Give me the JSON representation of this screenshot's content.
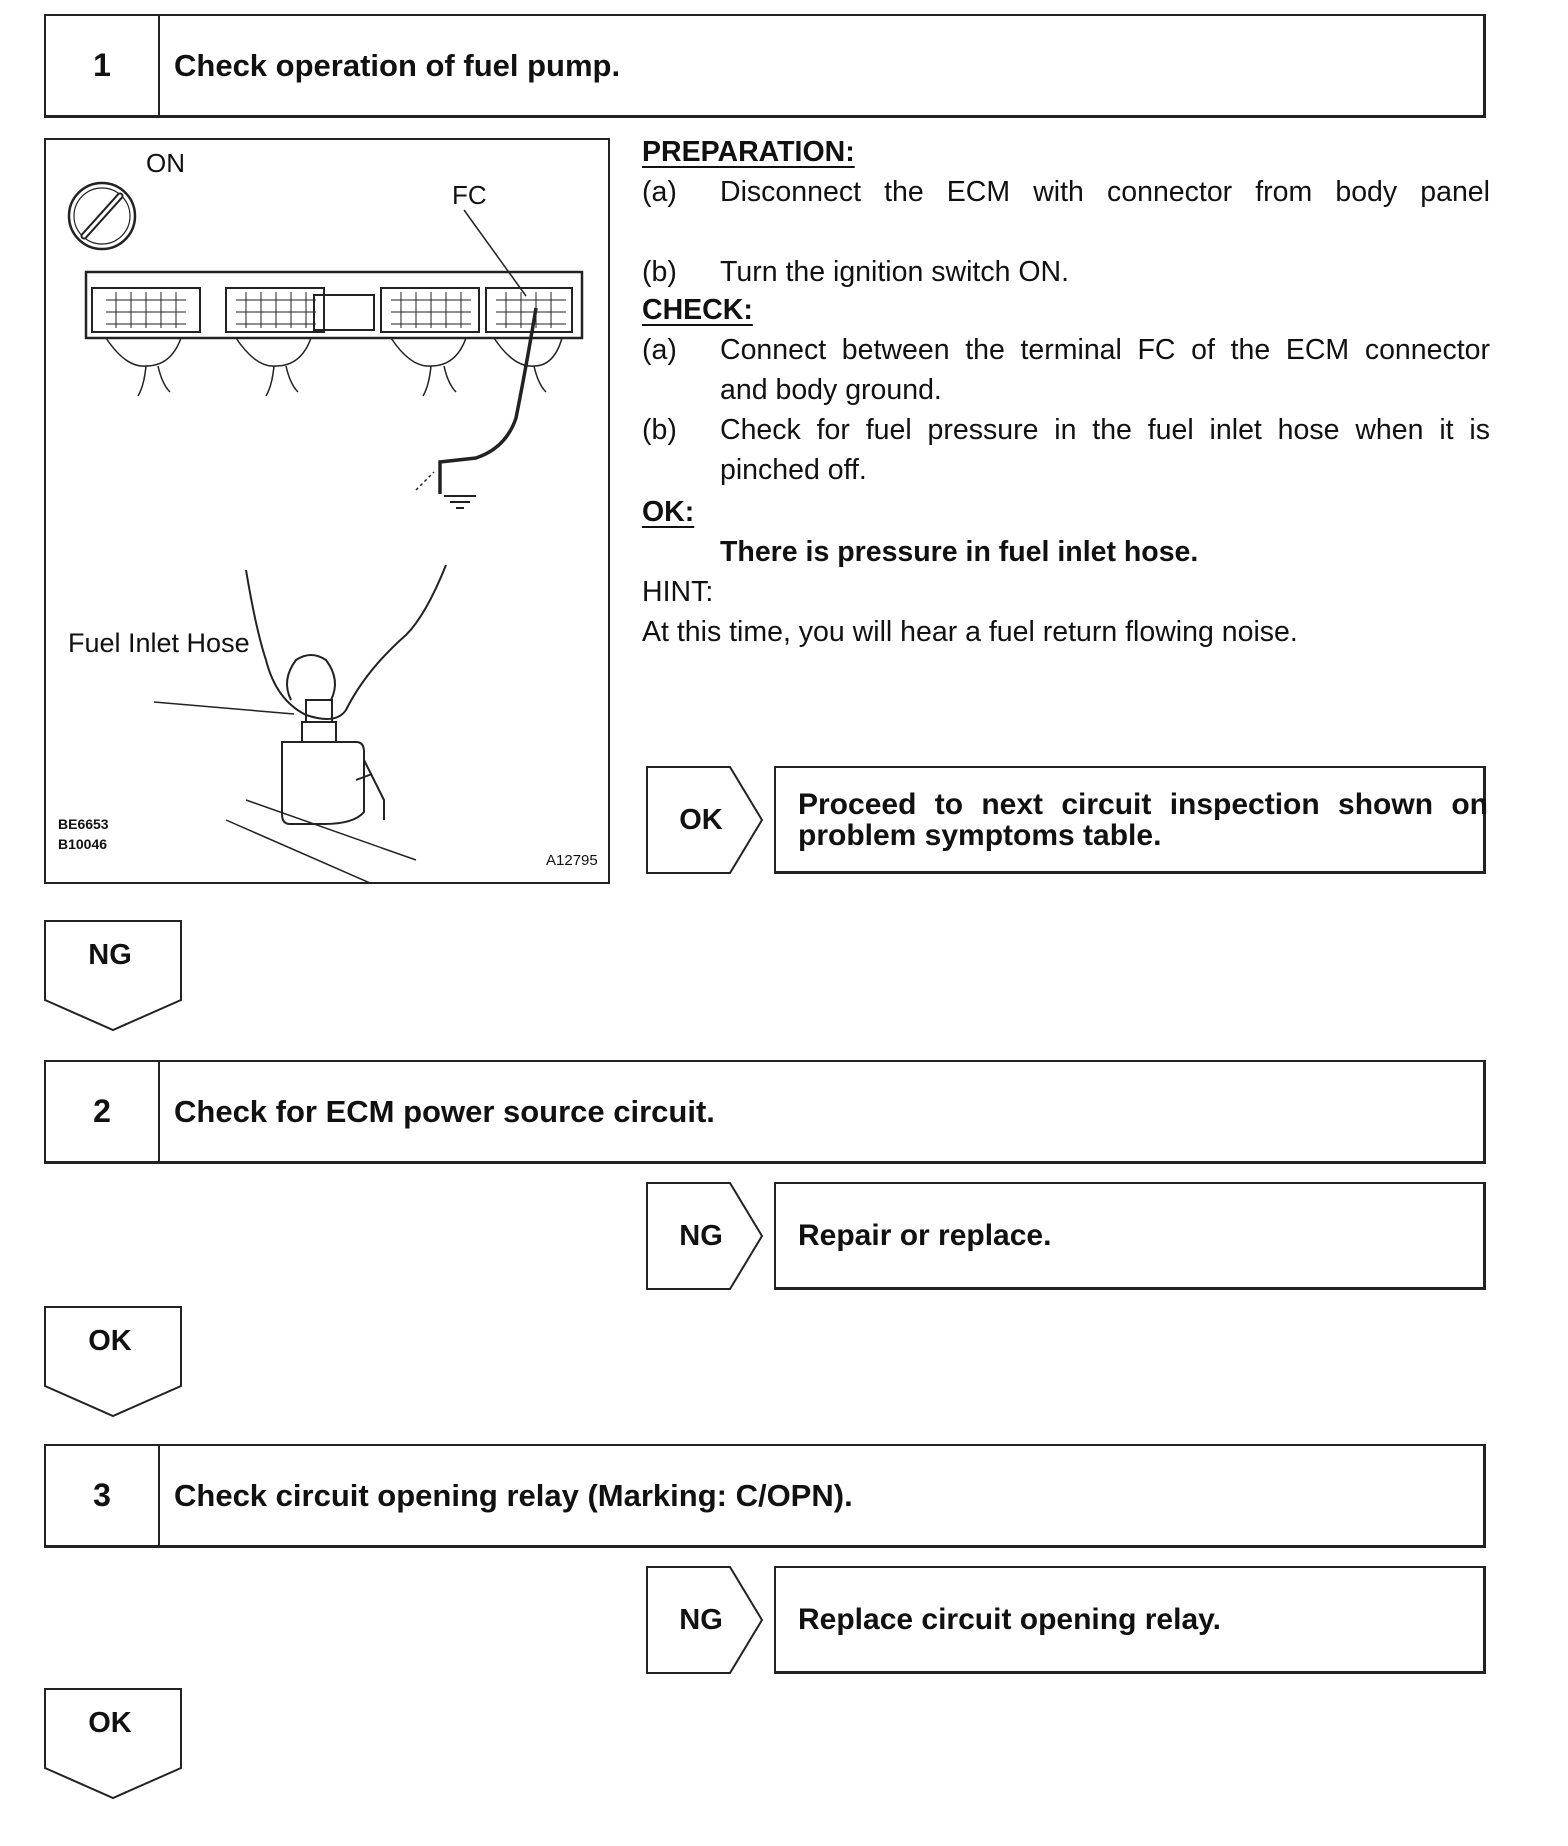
{
  "steps": [
    {
      "number": "1",
      "title": "Check operation of fuel pump."
    },
    {
      "number": "2",
      "title": "Check for ECM power source circuit."
    },
    {
      "number": "3",
      "title": "Check circuit opening relay (Marking: C/OPN)."
    }
  ],
  "figure": {
    "on_label": "ON",
    "fc_label": "FC",
    "hose_label": "Fuel Inlet Hose",
    "code_1": "BE6653",
    "code_2": "B10046",
    "code_3": "A12795"
  },
  "step1": {
    "preparation_header": "PREPARATION:",
    "prep_a_label": "(a)",
    "prep_a_text": "Disconnect the ECM with connector from body panel",
    "prep_b_label": "(b)",
    "prep_b_text": "Turn the ignition switch ON.",
    "check_header": "CHECK:",
    "check_a_label": "(a)",
    "check_a_line1": "Connect between the terminal FC of the ECM connector",
    "check_a_line2": "and body ground.",
    "check_b_label": "(b)",
    "check_b_line1": "Check for fuel pressure in the fuel inlet hose when it is",
    "check_b_line2": "pinched off.",
    "ok_header": "OK:",
    "ok_text": "There is pressure in fuel inlet hose.",
    "hint_header": "HINT:",
    "hint_text": "At this time, you will hear a fuel return flowing noise."
  },
  "results": [
    {
      "tag": "OK",
      "line1": "Proceed to next circuit inspection shown on",
      "line2": "problem symptoms table."
    },
    {
      "tag": "NG",
      "text": "Repair or replace."
    },
    {
      "tag": "NG",
      "text": "Replace circuit opening relay."
    }
  ],
  "flow": [
    "NG",
    "OK",
    "OK"
  ]
}
